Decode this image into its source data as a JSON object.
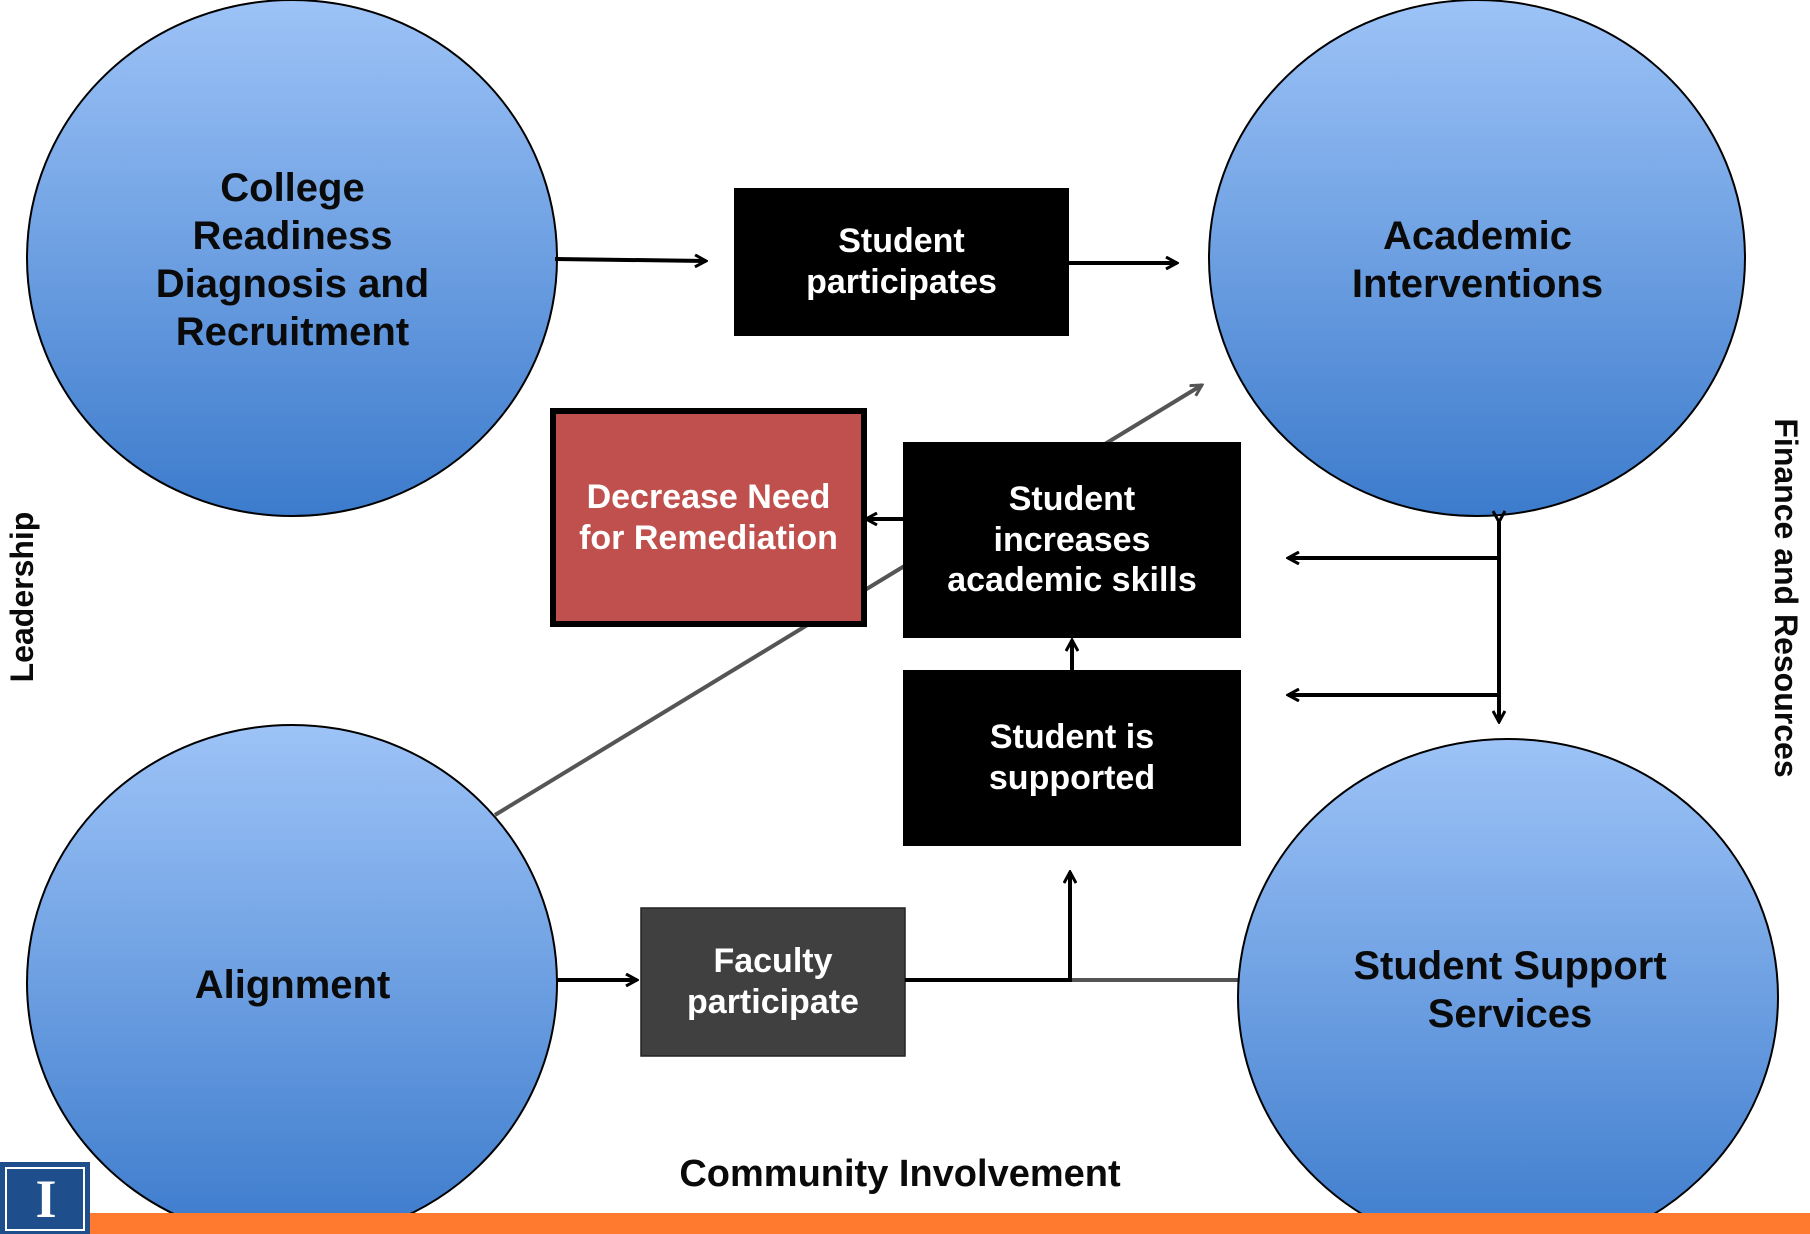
{
  "circles": {
    "college_readiness": "College Readiness Diagnosis and Recruitment",
    "academic_interventions": "Academic Interventions",
    "alignment": "Alignment",
    "student_support_services": "Student Support Services"
  },
  "boxes": {
    "student_participates": "Student participates",
    "decrease_need": "Decrease Need for Remediation",
    "student_increases": "Student increases academic skills",
    "student_supported": "Student is supported",
    "faculty_participate": "Faculty participate"
  },
  "side_labels": {
    "leadership": "Leadership",
    "finance": "Finance and Resources",
    "community": "Community Involvement"
  },
  "logo_letter": "I",
  "colors": {
    "circle_top": "#9dc3f7",
    "circle_bottom": "#3c7bcc",
    "box_black": "#000000",
    "box_gray": "#404040",
    "box_red": "#c0504d",
    "orange_bar": "#ff7a2f",
    "logo_blue": "#1f4e8c"
  }
}
